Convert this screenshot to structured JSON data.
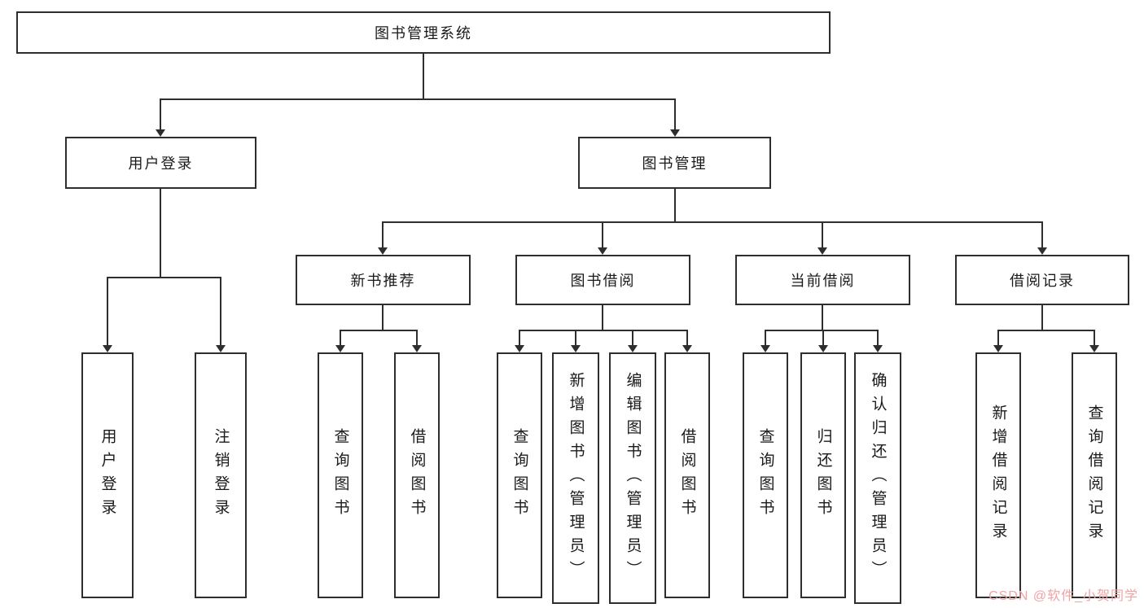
{
  "diagram": {
    "root": {
      "label": "图书管理系统"
    },
    "branches": [
      {
        "label": "用户登录",
        "children": [
          {
            "label": "用户登录"
          },
          {
            "label": "注销登录"
          }
        ]
      },
      {
        "label": "图书管理",
        "children": [
          {
            "label": "新书推荐",
            "children": [
              {
                "label": "查询图书"
              },
              {
                "label": "借阅图书"
              }
            ]
          },
          {
            "label": "图书借阅",
            "children": [
              {
                "label": "查询图书"
              },
              {
                "label": "新增图书（管理员）"
              },
              {
                "label": "编辑图书（管理员）"
              },
              {
                "label": "借阅图书"
              }
            ]
          },
          {
            "label": "当前借阅",
            "children": [
              {
                "label": "查询图书"
              },
              {
                "label": "归还图书"
              },
              {
                "label": "确认归还（管理员）"
              }
            ]
          },
          {
            "label": "借阅记录",
            "children": [
              {
                "label": "新增借阅记录"
              },
              {
                "label": "查询借阅记录"
              }
            ]
          }
        ]
      }
    ],
    "colors": {
      "line": "#2e2e2e",
      "box_border": "#2e2e2e",
      "background": "#ffffff",
      "text": "#1a1a1a",
      "watermark": "#f0a3a3"
    }
  },
  "watermark": {
    "text": "CSDN @软件_小贺同学"
  }
}
